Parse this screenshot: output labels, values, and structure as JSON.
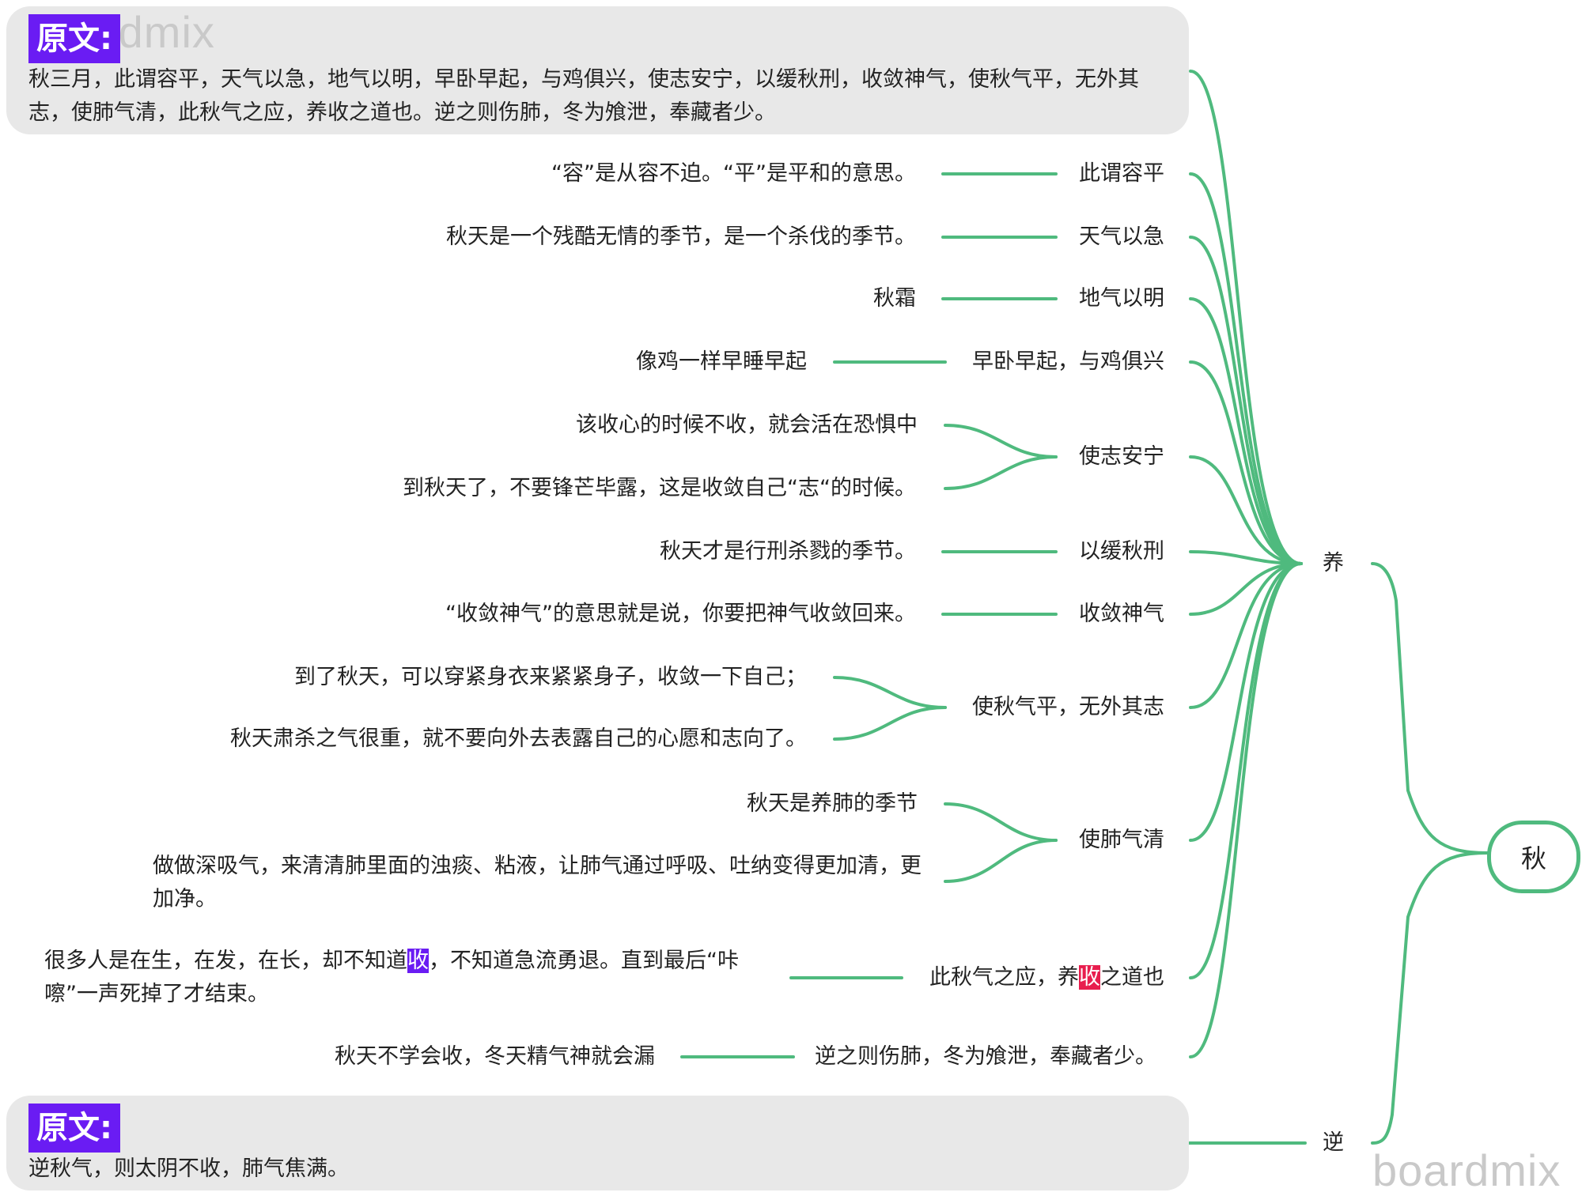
{
  "watermarks": [
    "rdmix",
    "boardmix"
  ],
  "root": "秋",
  "branch_yang": "养",
  "branch_ni": "逆",
  "box1": {
    "tag": "原文:",
    "text": "秋三月，此谓容平，天气以急，地气以明，早卧早起，与鸡俱兴，使志安宁，以缓秋刑，收敛神气，使秋气平，无外其志，使肺气清，此秋气之应，养收之道也。逆之则伤肺，冬为飧泄，奉藏者少。"
  },
  "items": [
    {
      "label": "此谓容平",
      "notes": [
        "“容”是从容不迫。“平”是平和的意思。"
      ]
    },
    {
      "label": "天气以急",
      "notes": [
        "秋天是一个残酷无情的季节，是一个杀伐的季节。"
      ]
    },
    {
      "label": "地气以明",
      "notes": [
        "秋霜"
      ]
    },
    {
      "label": "早卧早起，与鸡俱兴",
      "notes": [
        "像鸡一样早睡早起"
      ]
    },
    {
      "label": "使志安宁",
      "notes": [
        "该收心的时候不收，就会活在恐惧中",
        "到秋天了，不要锋芒毕露，这是收敛自己“志“的时候。"
      ]
    },
    {
      "label": "以缓秋刑",
      "notes": [
        "秋天才是行刑杀戮的季节。"
      ]
    },
    {
      "label": "收敛神气",
      "notes": [
        "“收敛神气”的意思就是说，你要把神气收敛回来。"
      ]
    },
    {
      "label": "使秋气平，无外其志",
      "notes": [
        "到了秋天，可以穿紧身衣来紧紧身子，收敛一下自己；",
        "秋天肃杀之气很重，就不要向外去表露自己的心愿和志向了。"
      ]
    },
    {
      "label": "使肺气清",
      "notes": [
        "秋天是养肺的季节",
        "做做深吸气，来清清肺里面的浊痰、粘液，让肺气通过呼吸、吐纳变得更加清，更加净。"
      ]
    },
    {
      "label_parts": [
        "此秋气之应，养",
        "收",
        "之道也"
      ],
      "note_parts": [
        "很多人是在生，在发，在长，却不知道",
        "收",
        "，不知道急流勇退。直到最后“咔嚓”一声死掉了才结束。"
      ]
    },
    {
      "label": "逆之则伤肺，冬为飧泄，奉藏者少。",
      "notes": [
        "秋天不学会收，冬天精气神就会漏"
      ]
    }
  ],
  "box2": {
    "tag": "原文:",
    "text": "逆秋气，则太阴不收，肺气焦满。"
  },
  "colors": {
    "line": "#4fba7e",
    "highlight_purple": "#6a1cf3",
    "highlight_red": "#e81e4e",
    "box_bg": "#e8e8e8"
  }
}
